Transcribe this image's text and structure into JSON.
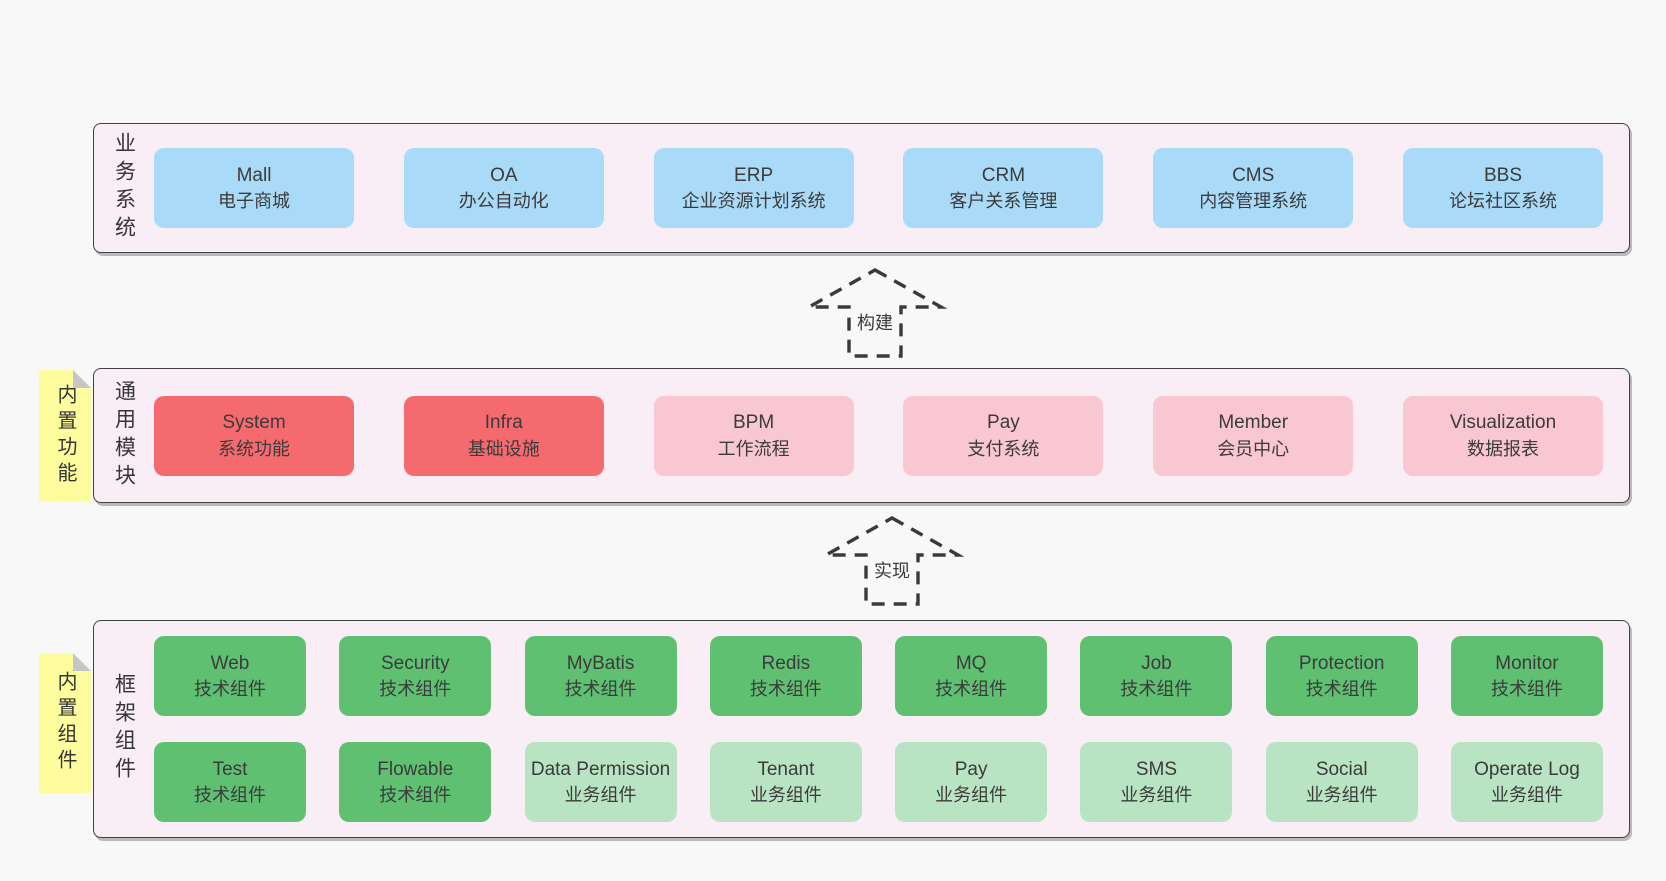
{
  "colors": {
    "page_bg": "#f8f8f8",
    "container_bg": "#f9edf6",
    "container_border": "#414141",
    "system_blue": "#a9daf8",
    "module_red": "#f56a6e",
    "module_pink": "#f9c7d2",
    "component_green": "#5fc072",
    "component_light_green": "#b9e4c3",
    "sticky_yellow": "#fdfd9e"
  },
  "layers": {
    "business": {
      "label": "业务系统",
      "items": [
        {
          "name": "Mall",
          "desc": "电子商城"
        },
        {
          "name": "OA",
          "desc": "办公自动化"
        },
        {
          "name": "ERP",
          "desc": "企业资源计划系统"
        },
        {
          "name": "CRM",
          "desc": "客户关系管理"
        },
        {
          "name": "CMS",
          "desc": "内容管理系统"
        },
        {
          "name": "BBS",
          "desc": "论坛社区系统"
        }
      ]
    },
    "modules": {
      "label": "通用模块",
      "tag": "内置功能",
      "items": [
        {
          "name": "System",
          "desc": "系统功能"
        },
        {
          "name": "Infra",
          "desc": "基础设施"
        },
        {
          "name": "BPM",
          "desc": "工作流程"
        },
        {
          "name": "Pay",
          "desc": "支付系统"
        },
        {
          "name": "Member",
          "desc": "会员中心"
        },
        {
          "name": "Visualization",
          "desc": "数据报表"
        }
      ]
    },
    "components": {
      "label": "框架组件",
      "tag": "内置组件",
      "row1": [
        {
          "name": "Web",
          "desc": "技术组件"
        },
        {
          "name": "Security",
          "desc": "技术组件"
        },
        {
          "name": "MyBatis",
          "desc": "技术组件"
        },
        {
          "name": "Redis",
          "desc": "技术组件"
        },
        {
          "name": "MQ",
          "desc": "技术组件"
        },
        {
          "name": "Job",
          "desc": "技术组件"
        },
        {
          "name": "Protection",
          "desc": "技术组件"
        },
        {
          "name": "Monitor",
          "desc": "技术组件"
        }
      ],
      "row2": [
        {
          "name": "Test",
          "desc": "技术组件"
        },
        {
          "name": "Flowable",
          "desc": "技术组件"
        },
        {
          "name": "Data Permission",
          "desc": "业务组件"
        },
        {
          "name": "Tenant",
          "desc": "业务组件"
        },
        {
          "name": "Pay",
          "desc": "业务组件"
        },
        {
          "name": "SMS",
          "desc": "业务组件"
        },
        {
          "name": "Social",
          "desc": "业务组件"
        },
        {
          "name": "Operate Log",
          "desc": "业务组件"
        }
      ]
    }
  },
  "arrows": [
    {
      "label": "构建"
    },
    {
      "label": "实现"
    }
  ]
}
